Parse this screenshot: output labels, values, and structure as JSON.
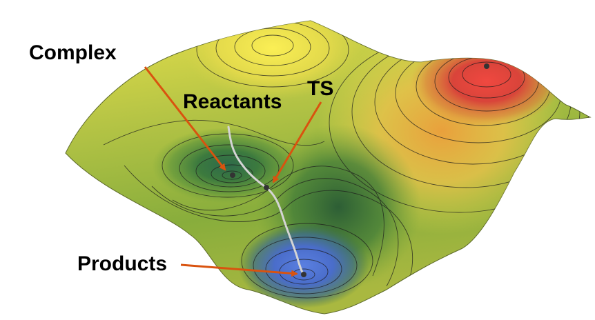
{
  "labels": {
    "complex": "Complex",
    "reactants": "Reactants",
    "ts": "TS",
    "products": "Products"
  },
  "colors": {
    "arrow": "#d9530f",
    "path": "#d4d4d4",
    "surface_high": "#f2e24a",
    "surface_mid": "#8fb33c",
    "well_green": "#2f6b3a",
    "well_blue": "#4c6fd0",
    "peak_red": "#e23a32"
  }
}
